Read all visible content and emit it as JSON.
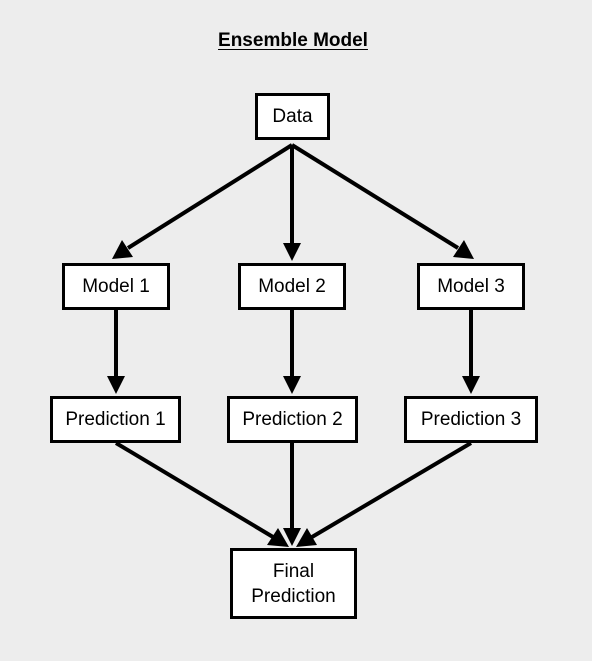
{
  "diagram": {
    "title": "Ensemble Model",
    "nodes": {
      "data": "Data",
      "model_1": "Model 1",
      "model_2": "Model 2",
      "model_3": "Model 3",
      "prediction_1": "Prediction 1",
      "prediction_2": "Prediction 2",
      "prediction_3": "Prediction 3",
      "final": "Final\nPrediction"
    },
    "edges": [
      [
        "Data",
        "Model 1"
      ],
      [
        "Data",
        "Model 2"
      ],
      [
        "Data",
        "Model 3"
      ],
      [
        "Model 1",
        "Prediction 1"
      ],
      [
        "Model 2",
        "Prediction 2"
      ],
      [
        "Model 3",
        "Prediction 3"
      ],
      [
        "Prediction 1",
        "Final Prediction"
      ],
      [
        "Prediction 2",
        "Final Prediction"
      ],
      [
        "Prediction 3",
        "Final Prediction"
      ]
    ],
    "colors": {
      "background": "#ededed",
      "node_fill": "#ffffff",
      "stroke": "#000000"
    }
  }
}
